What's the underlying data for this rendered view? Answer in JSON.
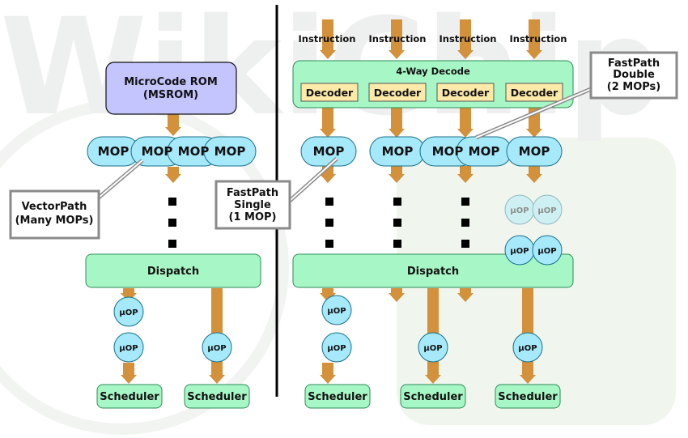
{
  "colors": {
    "rom_fill": "#c4c4ff",
    "green_fill": "#a7f7c6",
    "cyan_fill": "#a6e9fb",
    "decoder_fill": "#fde9a8",
    "arrow": "#d2913a",
    "outline": "#111111",
    "callout_border": "#8a8a8a",
    "watermark": "#eef0ef",
    "watermark_panel": "#f0f6ee"
  },
  "watermark_text": "WikiChip",
  "left": {
    "rom_line1": "MicroCode ROM",
    "rom_line2": "(MSROM)",
    "mops": [
      "MOP",
      "MOP",
      "MOP",
      "MOP"
    ],
    "dispatch": "Dispatch",
    "uops_col1": [
      "µOP",
      "µOP"
    ],
    "uops_col2": [
      "µOP"
    ],
    "schedulers": [
      "Scheduler",
      "Scheduler"
    ]
  },
  "right": {
    "instructions": [
      "Instruction",
      "Instruction",
      "Instruction",
      "Instruction"
    ],
    "decode_title": "4-Way Decode",
    "decoders": [
      "Decoder",
      "Decoder",
      "Decoder",
      "Decoder"
    ],
    "mops": [
      "MOP",
      "MOP",
      "MOP",
      "MOP",
      "MOP"
    ],
    "faded_uops": [
      "µOP",
      "µOP"
    ],
    "pair_uops": [
      "µOP",
      "µOP"
    ],
    "dispatch": "Dispatch",
    "uops": [
      "µOP",
      "µOP",
      "µOP",
      "µOP"
    ],
    "schedulers": [
      "Scheduler",
      "Scheduler",
      "Scheduler"
    ]
  },
  "callouts": {
    "vectorpath": [
      "VectorPath",
      "(Many MOPs)"
    ],
    "fastpath_single": [
      "FastPath",
      "Single",
      "(1 MOP)"
    ],
    "fastpath_double": [
      "FastPath",
      "Double",
      "(2 MOPs)"
    ]
  }
}
